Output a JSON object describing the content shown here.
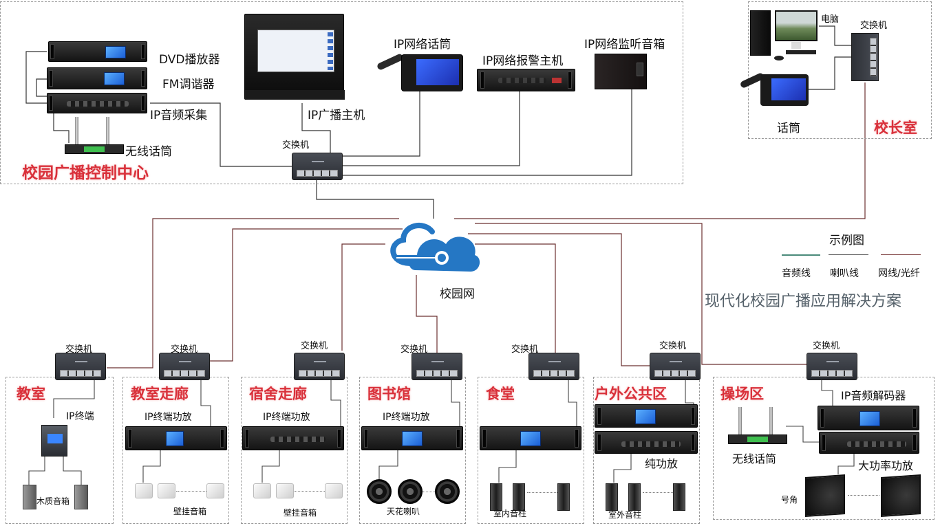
{
  "control_center": {
    "title": "校园广播控制中心",
    "devices": {
      "dvd": "DVD播放器",
      "fm": "FM调谐器",
      "ip_audio_capture": "IP音频采集",
      "wireless_mic": "无线话筒",
      "ip_broadcast_host": "IP广播主机",
      "ip_network_mic": "IP网络话筒",
      "ip_alarm_host": "IP网络报警主机",
      "ip_monitor_speaker": "IP网络监听音箱",
      "switch": "交换机"
    }
  },
  "principal_office": {
    "title": "校长室",
    "computer": "电脑",
    "switch": "交换机",
    "mic": "话筒"
  },
  "network": {
    "label": "校园网",
    "icon": "cloud-network-icon"
  },
  "legend": {
    "title": "示例图",
    "items": [
      {
        "label": "音频线",
        "color": "#4a8a7a"
      },
      {
        "label": "喇叭线",
        "color": "#555555"
      },
      {
        "label": "网线/光纤",
        "color": "#7a3a3a"
      }
    ]
  },
  "solution_title": "现代化校园广播应用解决方案",
  "zones": [
    {
      "title": "教室",
      "switch": "交换机",
      "device": "IP终端",
      "speakers": "木质音箱"
    },
    {
      "title": "教室走廊",
      "switch": "交换机",
      "device": "IP终端功放",
      "speakers": "壁挂音箱"
    },
    {
      "title": "宿舍走廊",
      "switch": "交换机",
      "device": "IP终端功放",
      "speakers": "壁挂音箱"
    },
    {
      "title": "图书馆",
      "switch": "交换机",
      "device": "IP终端功放",
      "speakers": "天花喇叭"
    },
    {
      "title": "食堂",
      "switch": "交换机",
      "device": "",
      "speakers": "室内音柱"
    },
    {
      "title": "户外公共区",
      "switch": "交换机",
      "device": "纯功放",
      "speakers": "室外音柱"
    },
    {
      "title": "操场区",
      "switch": "交换机",
      "decoder": "IP音频解码器",
      "wireless_mic": "无线话筒",
      "amp": "大功率功放",
      "speakers": "号角"
    }
  ]
}
